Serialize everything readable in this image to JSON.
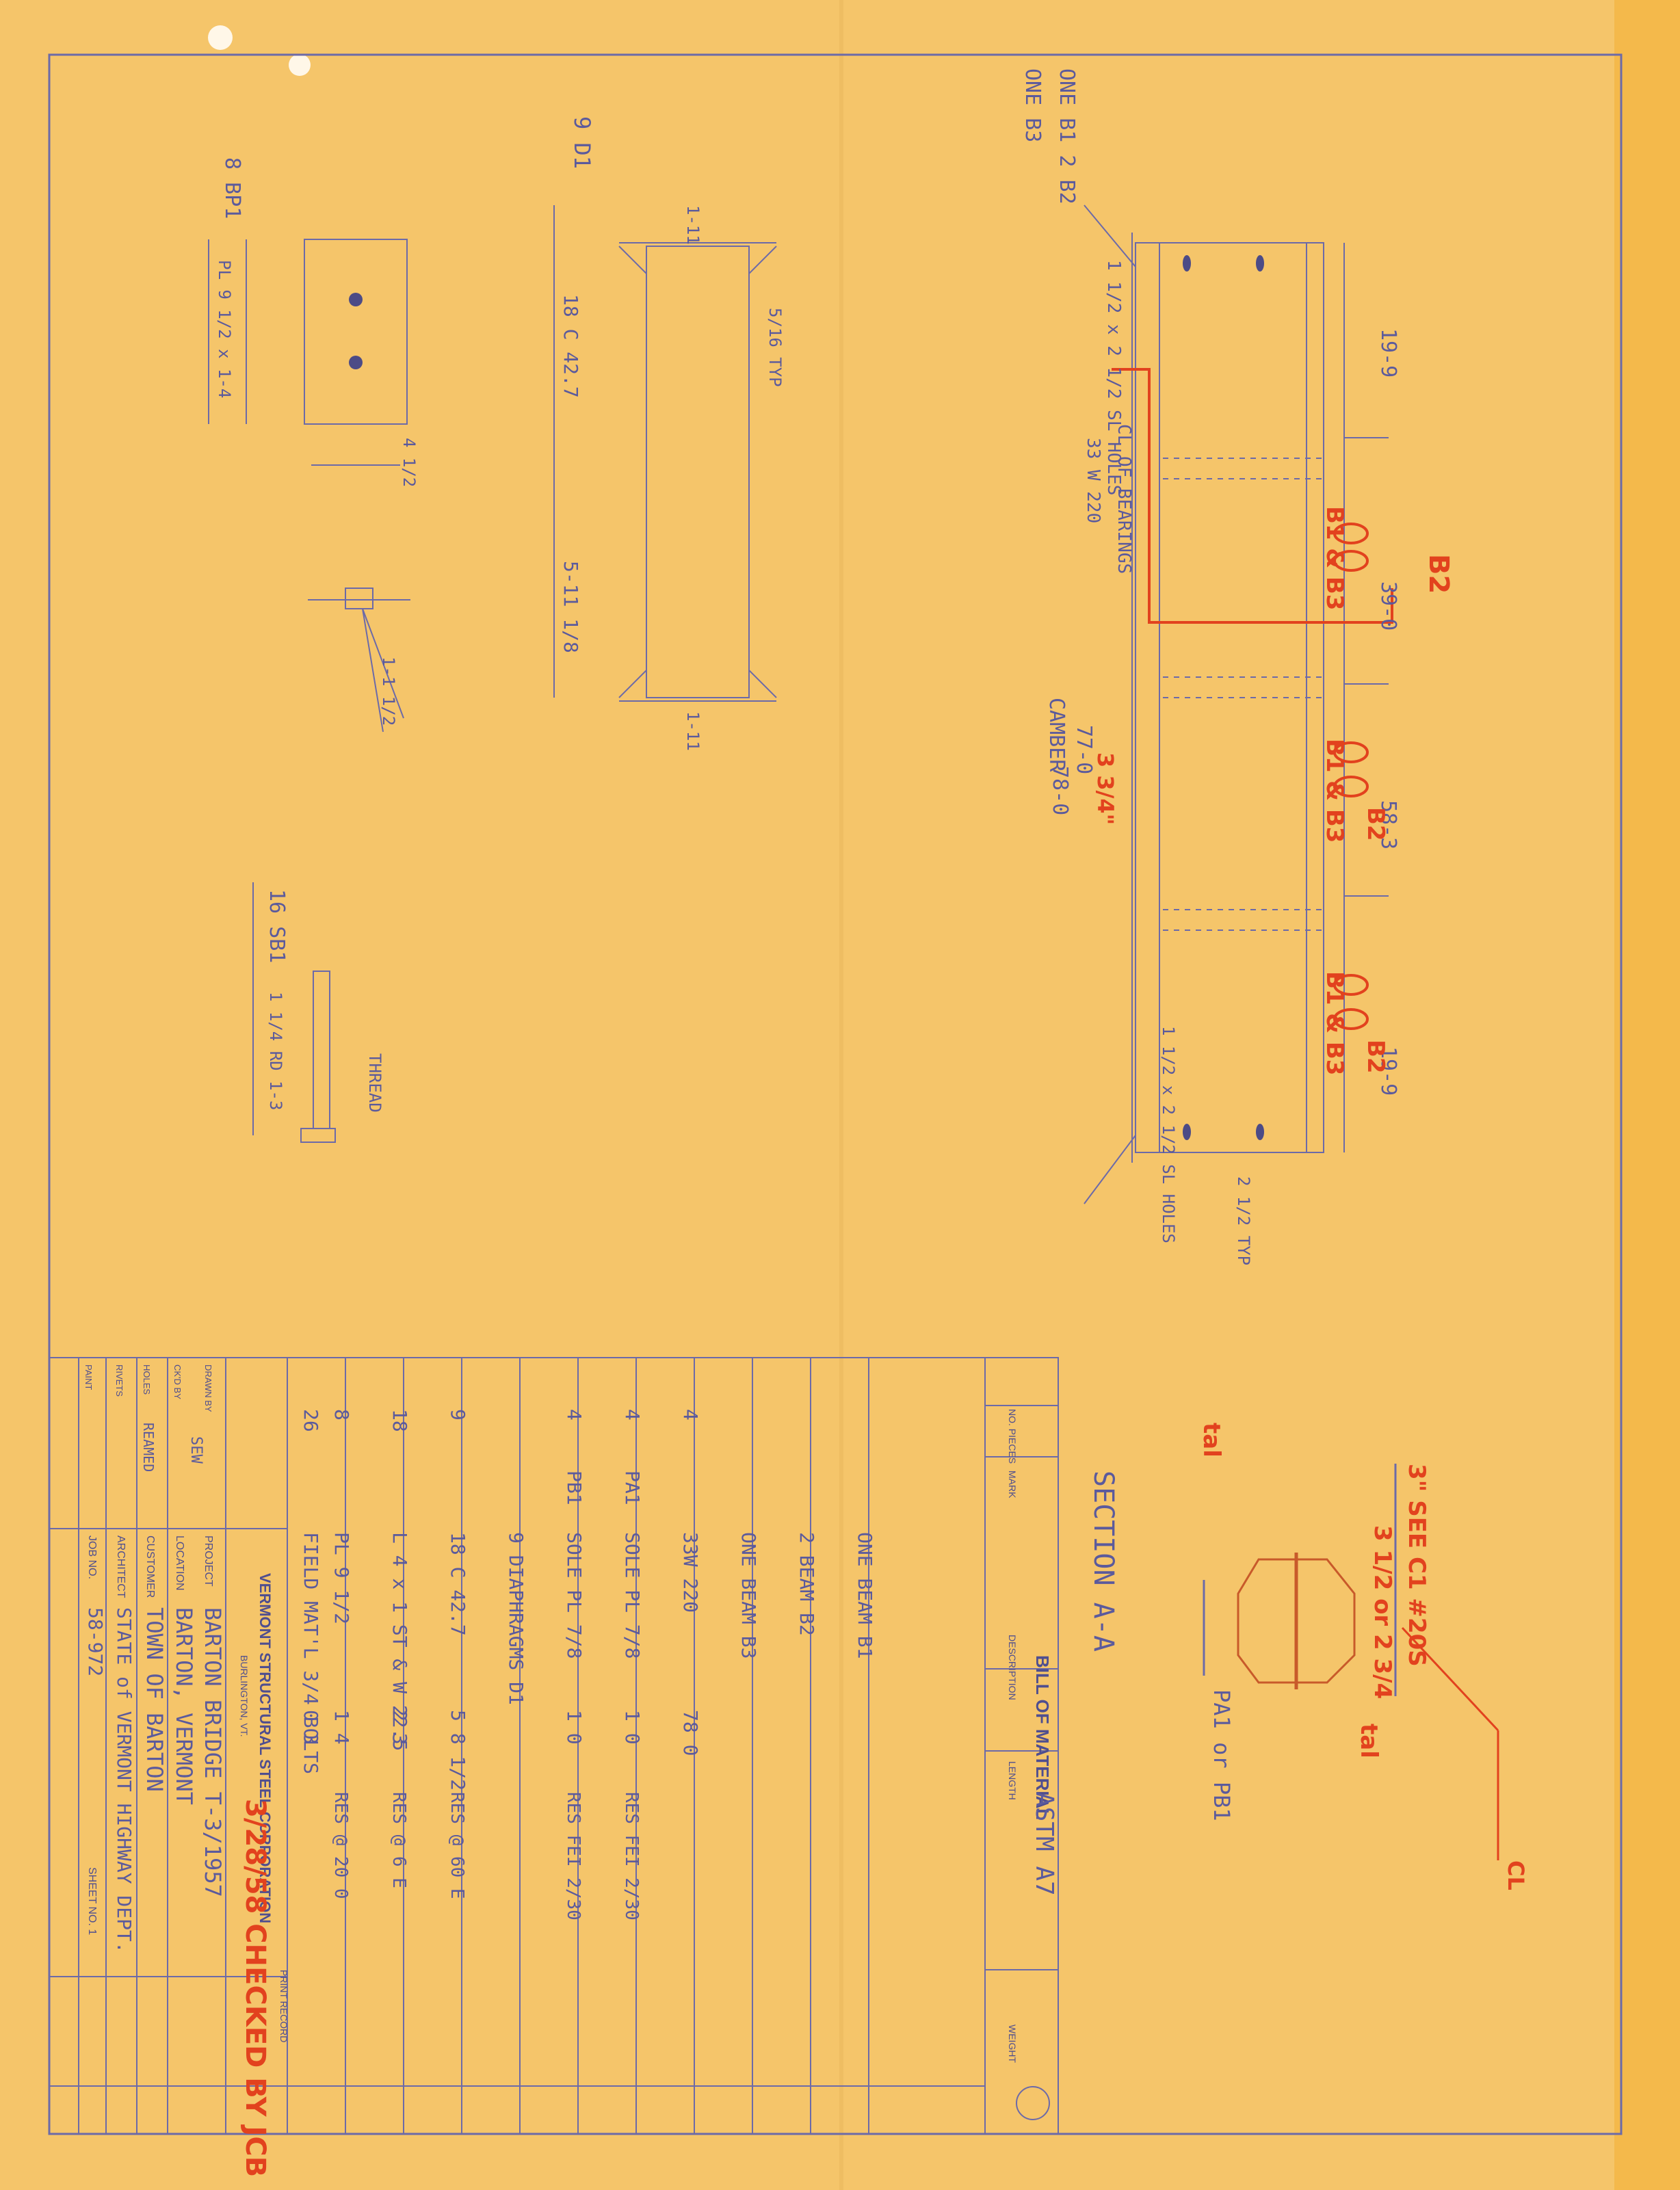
{
  "title_block": {
    "bom_title": "BILL OF MATERIAL",
    "material_spec": "ASTM A7",
    "col_no_pieces": "NO. PIECES",
    "col_mark": "MARK",
    "col_description": "DESCRIPTION",
    "col_length": "LENGTH",
    "col_weight": "WEIGHT",
    "company": "VERMONT STRUCTURAL STEEL CORPORATION",
    "city": "BURLINGTON, VT.",
    "project_label": "PROJECT",
    "project": "BARTON BRIDGE T-3/1957",
    "location_label": "LOCATION",
    "location": "BARTON, VERMONT",
    "customer_label": "CUSTOMER",
    "customer": "TOWN OF BARTON",
    "architect_label": "ARCHITECT",
    "architect": "STATE of VERMONT HIGHWAY DEPT.",
    "job_no_label": "JOB NO.",
    "job_no": "58-972",
    "sheet_no": "SHEET NO. 1",
    "drawn_by_label": "DRAWN BY",
    "drawn_by": "SEW",
    "ckd_by_label": "CK'D BY",
    "holes_label": "HOLES",
    "holes": "REAMED",
    "rivets_label": "RIVETS",
    "paint_label": "PAINT",
    "print_record_label": "PRINT RECORD",
    "checked_stamp": "3/28/58 CHECKED BY JCB"
  },
  "bom": [
    {
      "pcs": "",
      "mark": "",
      "description": "ONE BEAM B1",
      "length": "",
      "remarks": ""
    },
    {
      "pcs": "",
      "mark": "",
      "description": "2 BEAM B2",
      "length": "",
      "remarks": ""
    },
    {
      "pcs": "",
      "mark": "",
      "description": "ONE BEAM B3",
      "length": "",
      "remarks": ""
    },
    {
      "pcs": "4",
      "mark": "",
      "description": "33W 220",
      "length": "78 0",
      "remarks": ""
    },
    {
      "pcs": "4",
      "mark": "PA1",
      "description": "SOLE PL 7/8",
      "length": "1 0",
      "remarks": "RES FEI 2/30"
    },
    {
      "pcs": "4",
      "mark": "PB1",
      "description": "SOLE PL 7/8",
      "length": "1 0",
      "remarks": "RES FEI 2/30"
    },
    {
      "pcs": "",
      "mark": "",
      "description": "9 DIAPHRAGMS D1",
      "length": "",
      "remarks": ""
    },
    {
      "pcs": "9",
      "mark": "",
      "description": "18 C 42.7",
      "length": "5 8 1/2",
      "remarks": "RES @ 60 E"
    },
    {
      "pcs": "18",
      "mark": "",
      "description": "L 4 x 1 ST & W 22.5",
      "length": "2 3",
      "remarks": "RES @ 6 E"
    },
    {
      "pcs": "8",
      "mark": "",
      "description": "PL 9 1/2",
      "length": "1 4",
      "remarks": "RES @ 20 0"
    },
    {
      "pcs": "26",
      "mark": "",
      "description": "FIELD MAT'L 3/4 BOLTS",
      "length": "0 3",
      "remarks": ""
    }
  ],
  "section_aa": {
    "title": "SECTION A-A",
    "note_c1": "3\" SEE C1 #20S",
    "note_offset": "3 1/2 or 2 3/4",
    "tal_label": "tal",
    "plate_note": "PA1 or PB1",
    "cl_note": "CL"
  },
  "beam_elevation": {
    "pieces_label": "ONE B1 2 B2",
    "pieces_label_2": "ONE B3",
    "slot_note": "1 1/2 x 2 1/2 SL HOLES",
    "section": "33 W 220",
    "bearing_note": "CL OF BEARINGS",
    "camber": "CAMBER",
    "length_1": "77-0",
    "length_2": "78-0",
    "camber_value": "3 3/4\"",
    "dims": [
      "19-9",
      "39-0",
      "58-3",
      "19-9"
    ],
    "markup_b1b3": "B1 & B3",
    "markup_b2": "B2",
    "typ_note": "2 1/2 TYP",
    "end_plate_note": "1 1/2 x 2 1/2 SL HOLES"
  },
  "diaphragm": {
    "label": "9 D1",
    "section": "18 C 42.7",
    "length": "5-11 1/8",
    "top_dim": "1-11",
    "bottom_dim": "1-11",
    "weld_note": "5/16 TYP"
  },
  "bearing_plate": {
    "label": "8 BP1",
    "size": "PL 9 1/2 x 1-4",
    "dim": "4 1/2",
    "anchor_dim": "1-1 1/2"
  },
  "sole_bar": {
    "label": "16 SB1",
    "size": "1 1/4 RD 1-3",
    "thread": "THREAD"
  }
}
